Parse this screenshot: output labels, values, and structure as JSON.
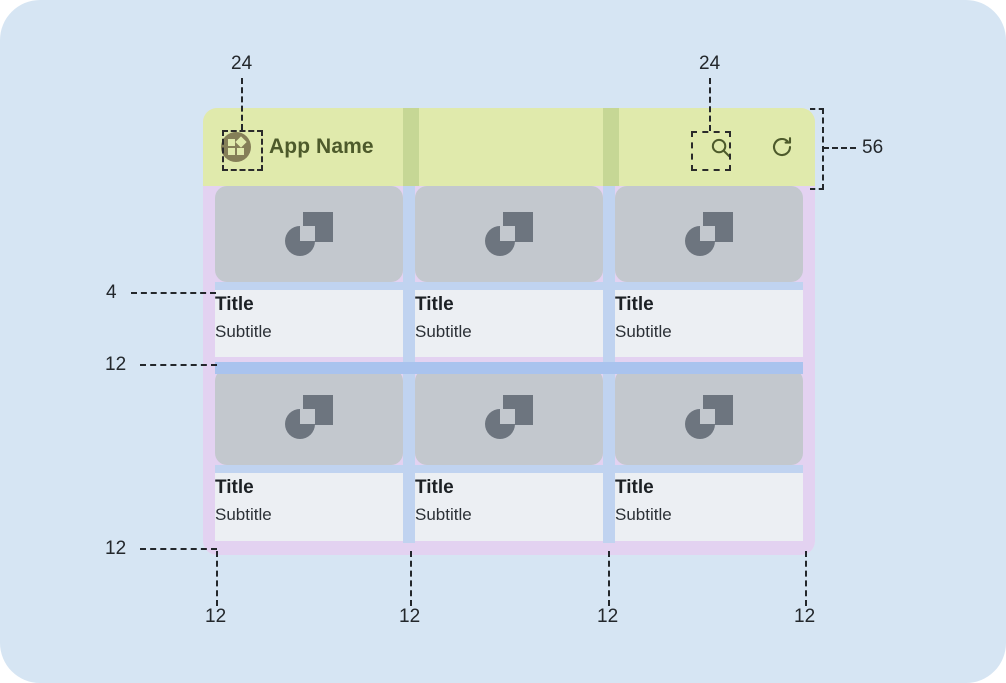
{
  "canvas": {
    "background": "#d6e5f3",
    "corner_radius": "40"
  },
  "app": {
    "appbar": {
      "height_spec": "56",
      "logo_icon": "dashboard-grid-icon",
      "title": "App Name",
      "actions": [
        {
          "icon": "search-icon",
          "name": "search"
        },
        {
          "icon": "refresh-icon",
          "name": "refresh"
        }
      ],
      "icon_size_spec": "24",
      "background_color": "#e0eaac",
      "text_color": "#4d5a2b"
    },
    "grid": {
      "columns": 3,
      "rows": 2,
      "column_gap_spec": "12",
      "row_gap_spec": "12",
      "outer_padding_spec": "12",
      "thumb_to_text_gap_spec": "4",
      "thumb_icon": "image-placeholder-icon",
      "thumb_color": "#c3c8ce",
      "card_background": "#eceff3",
      "cards": [
        {
          "title": "Title",
          "subtitle": "Subtitle"
        },
        {
          "title": "Title",
          "subtitle": "Subtitle"
        },
        {
          "title": "Title",
          "subtitle": "Subtitle"
        },
        {
          "title": "Title",
          "subtitle": "Subtitle"
        },
        {
          "title": "Title",
          "subtitle": "Subtitle"
        },
        {
          "title": "Title",
          "subtitle": "Subtitle"
        }
      ]
    }
  },
  "annotations": {
    "top_left_icon": "24",
    "top_right_icon": "24",
    "appbar_height": "56",
    "image_to_title": "4",
    "row_gap": "12",
    "bottom_padding": "12",
    "bottom_measures": [
      "12",
      "12",
      "12",
      "12"
    ]
  },
  "overlay_colors": {
    "padding_purple": "#e2cdf0",
    "gutter_blue": "#c0d3f0",
    "row_gutter_blue": "#a9c3ee",
    "appbar_green": "#e0eaac"
  }
}
